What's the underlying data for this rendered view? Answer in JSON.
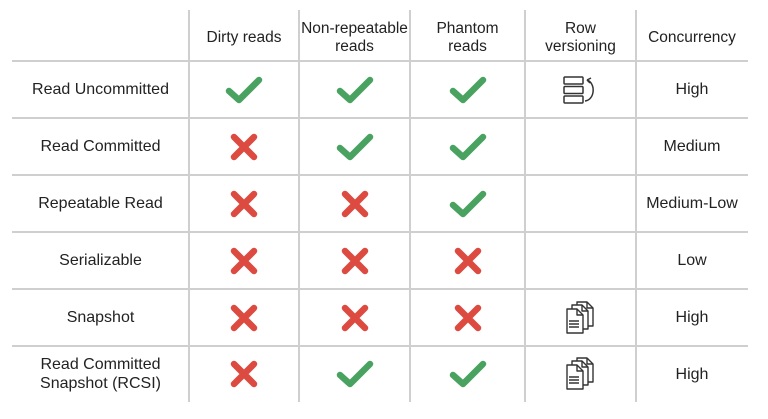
{
  "colors": {
    "check": "#4aa261",
    "cross": "#dc4a40",
    "grid": "#cfcfcf",
    "text": "#222222",
    "icon_stroke": "#333333"
  },
  "header": {
    "columns": [
      "",
      "Dirty reads",
      "Non-repeatable reads",
      "Phantom reads",
      "Row versioning",
      "Concurrency"
    ],
    "columns_display": [
      [
        ""
      ],
      [
        "Dirty reads"
      ],
      [
        "Non-repeatable",
        "reads"
      ],
      [
        "Phantom",
        "reads"
      ],
      [
        "Row",
        "versioning"
      ],
      [
        "Concurrency"
      ]
    ]
  },
  "rows": [
    {
      "level": [
        "Read Uncommitted"
      ],
      "dirty_reads": "check-icon",
      "non_repeatable_reads": "check-icon",
      "phantom_reads": "check-icon",
      "row_versioning": "row-version-icon",
      "concurrency": "High"
    },
    {
      "level": [
        "Read Committed"
      ],
      "dirty_reads": "cross-icon",
      "non_repeatable_reads": "check-icon",
      "phantom_reads": "check-icon",
      "row_versioning": "",
      "concurrency": "Medium"
    },
    {
      "level": [
        "Repeatable Read"
      ],
      "dirty_reads": "cross-icon",
      "non_repeatable_reads": "cross-icon",
      "phantom_reads": "check-icon",
      "row_versioning": "",
      "concurrency": "Medium-Low"
    },
    {
      "level": [
        "Serializable"
      ],
      "dirty_reads": "cross-icon",
      "non_repeatable_reads": "cross-icon",
      "phantom_reads": "cross-icon",
      "row_versioning": "",
      "concurrency": "Low"
    },
    {
      "level": [
        "Snapshot"
      ],
      "dirty_reads": "cross-icon",
      "non_repeatable_reads": "cross-icon",
      "phantom_reads": "cross-icon",
      "row_versioning": "documents-icon",
      "concurrency": "High"
    },
    {
      "level": [
        "Read Committed",
        "Snapshot (RCSI)"
      ],
      "dirty_reads": "cross-icon",
      "non_repeatable_reads": "check-icon",
      "phantom_reads": "check-icon",
      "row_versioning": "documents-icon",
      "concurrency": "High"
    }
  ]
}
